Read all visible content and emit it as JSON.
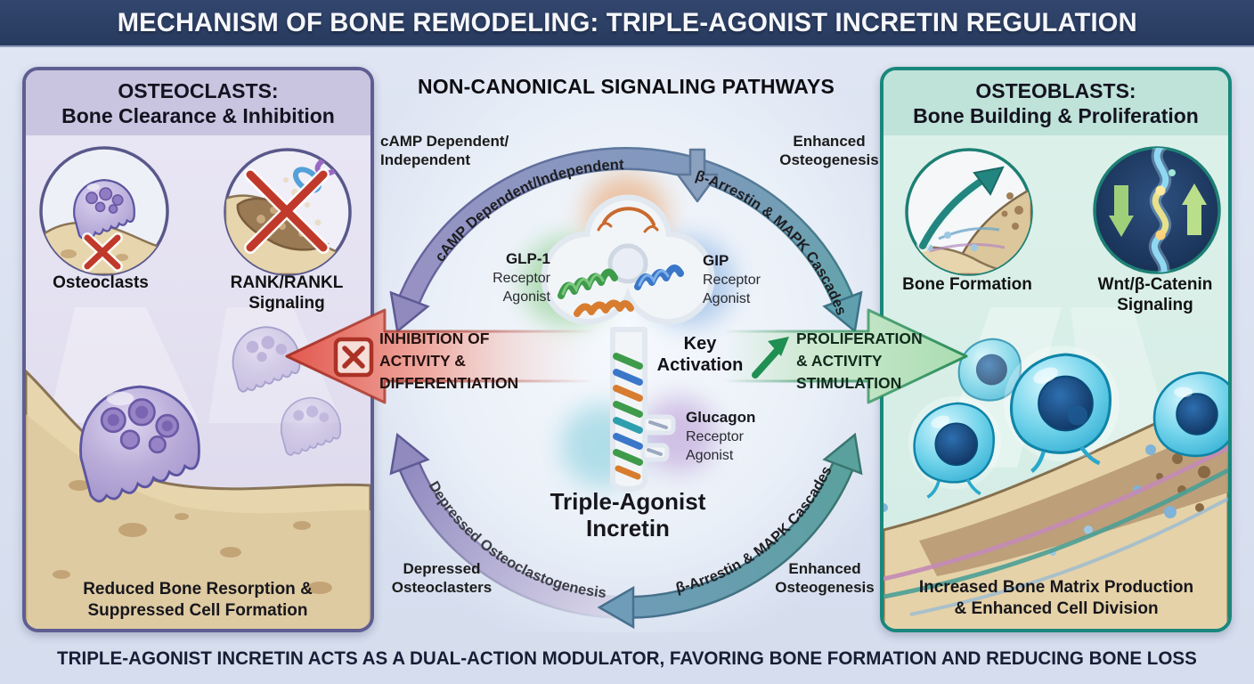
{
  "banner": {
    "title": "MECHANISM OF BONE REMODELING: TRIPLE-AGONIST INCRETIN REGULATION"
  },
  "footer_caption": "TRIPLE-AGONIST INCRETIN ACTS AS A DUAL-ACTION MODULATOR, FAVORING BONE FORMATION AND REDUCING BONE LOSS",
  "left_panel": {
    "title_line1": "OSTEOCLASTS:",
    "title_line2": "Bone Clearance & Inhibition",
    "inset1_label": "Osteoclasts",
    "inset2_label_line1": "RANK/RANKL",
    "inset2_label_line2": "Signaling",
    "footer_line1": "Reduced Bone Resorption &",
    "footer_line2": "Suppressed Cell Formation"
  },
  "right_panel": {
    "title_line1": "OSTEOBLASTS:",
    "title_line2": "Bone Building & Proliferation",
    "inset1_label": "Bone Formation",
    "inset2_label_line1": "Wnt/β-Catenin",
    "inset2_label_line2": "Signaling",
    "footer_line1": "Increased Bone Matrix Production",
    "footer_line2": "& Enhanced Cell Division"
  },
  "center": {
    "title": "NON-CANONICAL SIGNALING PATHWAYS",
    "arc_top_left_text": "cAMP Dependent/Independent",
    "arc_top_right_text": "β-Arrestin & MAPK Cascades",
    "arc_bottom_left_text": "Depressed Osteoclastogenesis",
    "arc_bottom_right_text": "β-Arrestin & MAPK Cascades",
    "label_camp_line1": "cAMP Dependent/",
    "label_camp_line2": "Independent",
    "label_enhanced_top_line1": "Enhanced",
    "label_enhanced_top_line2": "Osteogenesis",
    "label_depressed_line1": "Depressed",
    "label_depressed_line2": "Osteoclasters",
    "label_enhanced_bottom_line1": "Enhanced",
    "label_enhanced_bottom_line2": "Osteogenesis",
    "glp1_line1": "GLP-1",
    "glp1_line2": "Receptor",
    "glp1_line3": "Agonist",
    "gip_line1": "GIP",
    "gip_line2": "Receptor",
    "gip_line3": "Agonist",
    "glucagon_line1": "Glucagon",
    "glucagon_line2": "Receptor",
    "glucagon_line3": "Agonist",
    "key_activation_line1": "Key",
    "key_activation_line2": "Activation",
    "key_name_line1": "Triple-Agonist",
    "key_name_line2": "Incretin"
  },
  "inhibition_arrow": {
    "line1": "INHIBITION OF",
    "line2": "ACTIVITY &",
    "line3": "DIFFERENTIATION"
  },
  "proliferation_arrow": {
    "line1": "PROLIFERATION",
    "line2": "& ACTIVITY",
    "line3": "STIMULATION"
  },
  "icons": {
    "inhibition": "x-box-icon",
    "stimulation": "trend-up-arrow-icon",
    "center": "down-arrow-icon",
    "molecule": "key-shaped-incretin-molecule",
    "left_inset1": "osteoclast-cell-crossed-icon",
    "left_inset2": "broken-chain-crossed-icon",
    "right_inset1": "bone-growth-arrow-icon",
    "right_inset2": "wnt-pathway-icon"
  },
  "colors": {
    "banner_bg": "#2b3c63",
    "page_bg": "#dbe2f0",
    "left_panel_border": "#5f5e92",
    "left_panel_header": "#c9c5e0",
    "right_panel_border": "#19877c",
    "right_panel_header": "#bfe2d9",
    "arc_purple": "#938cc2",
    "arc_teal": "#5f9fae",
    "inhibition_red": "#ab3226",
    "stimulation_green": "#2f8f5c",
    "bone_tan": "#e7d5ad",
    "osteoclast_purple": "#a99bd0",
    "osteoblast_cyan": "#35b8dc"
  }
}
